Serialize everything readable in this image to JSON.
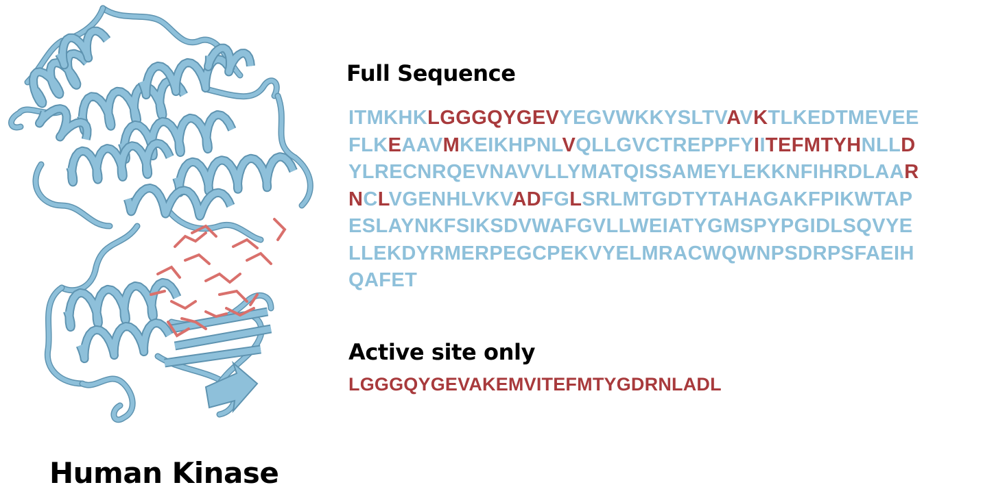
{
  "colors": {
    "backbone": "#8ec0da",
    "backbone_dark": "#5e93b0",
    "active": "#a83a3c",
    "residues": "#d9706c",
    "text_dark": "#000000"
  },
  "caption": "Human Kinase",
  "full_sequence": {
    "heading": "Full Sequence",
    "lines": [
      [
        {
          "t": "ITMKHK",
          "a": false
        },
        {
          "t": "LGGGQYGEV",
          "a": true
        },
        {
          "t": "YEGVWKKYSLTV",
          "a": false
        },
        {
          "t": "A",
          "a": true
        },
        {
          "t": "V",
          "a": false
        },
        {
          "t": "K",
          "a": true
        },
        {
          "t": "TLKEDTMEVEE",
          "a": false
        }
      ],
      [
        {
          "t": "FLK",
          "a": false
        },
        {
          "t": "E",
          "a": true
        },
        {
          "t": "AAV",
          "a": false
        },
        {
          "t": "M",
          "a": true
        },
        {
          "t": "KEIKHPNL",
          "a": false
        },
        {
          "t": "V",
          "a": true
        },
        {
          "t": "QLLGVCTREPPFY",
          "a": false
        },
        {
          "t": "I",
          "a": true
        },
        {
          "t": "I",
          "a": false
        },
        {
          "t": "TEFMTYH",
          "a": true
        },
        {
          "t": "NLL",
          "a": false
        },
        {
          "t": "D",
          "a": true
        }
      ],
      [
        {
          "t": "YLRECNRQEVNAVVLLYMATQISSAMEYLEKKNFIHRDLAA",
          "a": false
        },
        {
          "t": "R",
          "a": true
        }
      ],
      [
        {
          "t": "N",
          "a": true
        },
        {
          "t": "C",
          "a": false
        },
        {
          "t": "L",
          "a": true
        },
        {
          "t": "VGENHLVKV",
          "a": false
        },
        {
          "t": "AD",
          "a": true
        },
        {
          "t": "FG",
          "a": false
        },
        {
          "t": "L",
          "a": true
        },
        {
          "t": "SRLMTGDTYTAHAGAKFPIKWTAP",
          "a": false
        }
      ],
      [
        {
          "t": "ESLAYNKFSIKSDVWAFGVLLWEIATYGMSPYPGIDLSQVYE",
          "a": false
        }
      ],
      [
        {
          "t": "LLEKDYRMERPEGCPEKVYELMRACWQWNPSDRPSFAEIH",
          "a": false
        }
      ],
      [
        {
          "t": "QAFET",
          "a": false
        }
      ]
    ]
  },
  "active_site": {
    "heading": "Active site only",
    "sequence": "LGGGQYGEVAKEMVITEFMTYGDRNLADL"
  }
}
